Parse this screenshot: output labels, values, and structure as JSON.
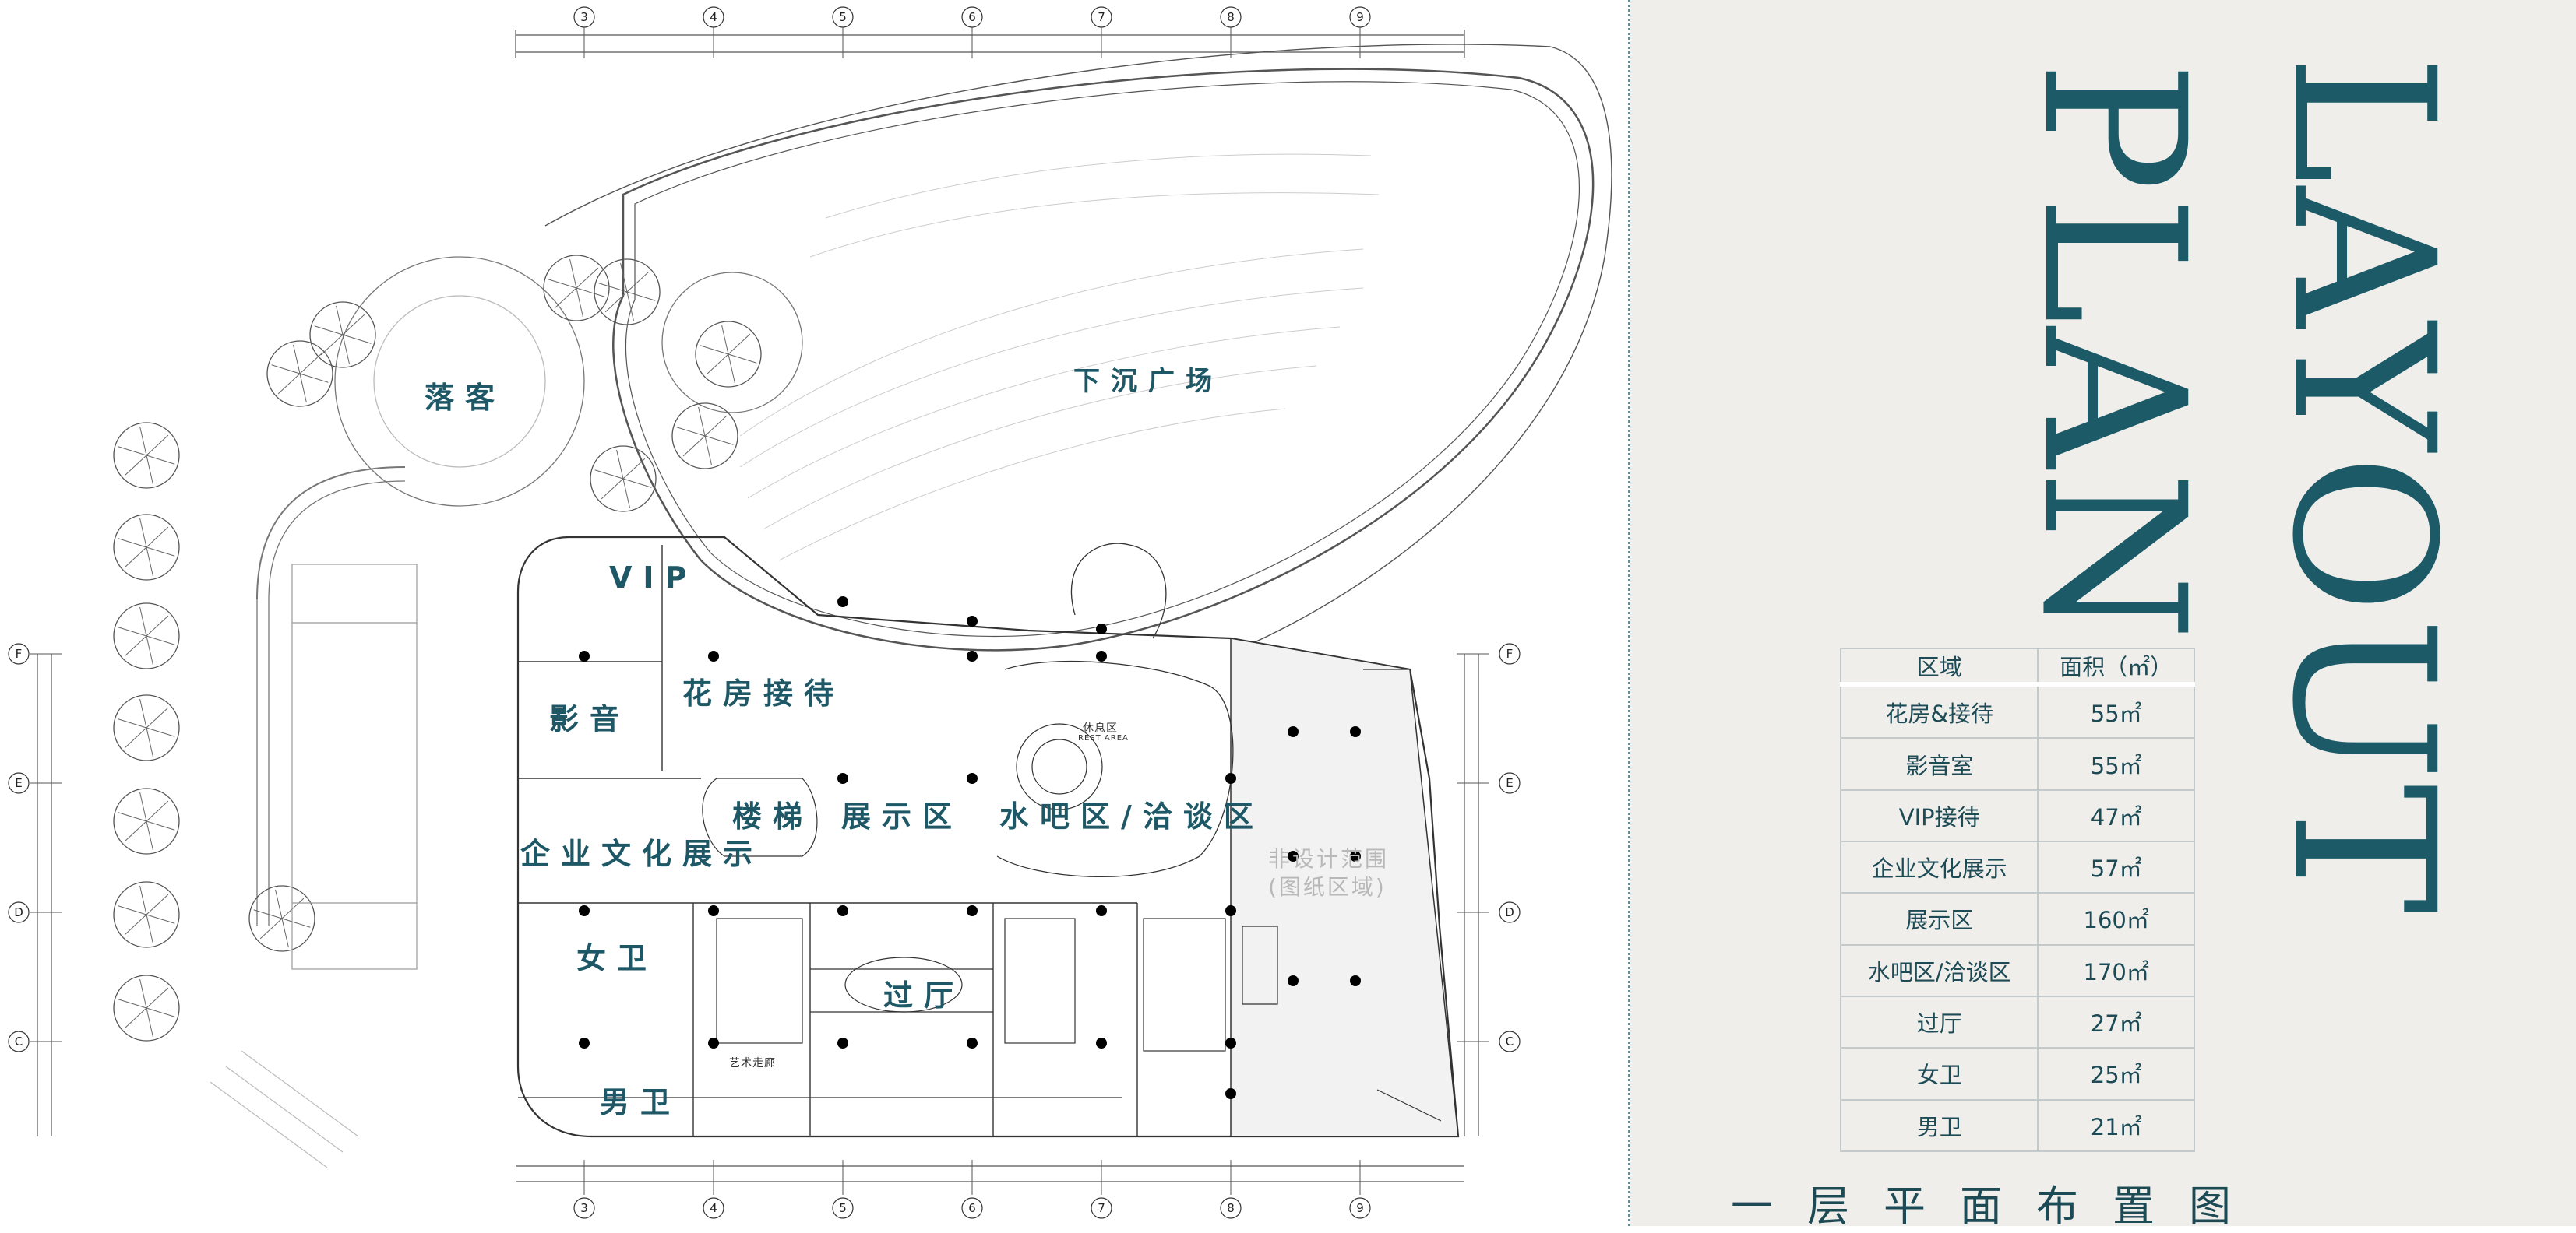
{
  "plan": {
    "grid_columns": [
      "3",
      "4",
      "5",
      "6",
      "7",
      "8",
      "9"
    ],
    "grid_rows": [
      "F",
      "E",
      "D",
      "C"
    ],
    "zones": {
      "luoke": "落客",
      "xiachen": "下沉广场",
      "vip": "VIP",
      "huafang": "花房接待",
      "yingyin": "影音",
      "louti": "楼梯",
      "zhanshi": "展示区",
      "shuiba": "水吧区/洽谈区",
      "qiye": "企业文化展示",
      "nvwei": "女卫",
      "guoting": "过厅",
      "nanwei": "男卫",
      "fei": "非设计范围",
      "fei_sub": "(图纸区域)"
    },
    "rest_area": {
      "line1": "休息区",
      "line2": "REST AREA"
    },
    "art_corridor": "艺术走廊"
  },
  "panel": {
    "title_word_1": "LAYOUT",
    "title_word_2": "PLAN",
    "table": {
      "headers": [
        "区域",
        "面积（㎡）"
      ],
      "rows": [
        [
          "花房&接待",
          "55㎡"
        ],
        [
          "影音室",
          "55㎡"
        ],
        [
          "VIP接待",
          "47㎡"
        ],
        [
          "企业文化展示",
          "57㎡"
        ],
        [
          "展示区",
          "160㎡"
        ],
        [
          "水吧区/洽谈区",
          "170㎡"
        ],
        [
          "过厅",
          "27㎡"
        ],
        [
          "女卫",
          "25㎡"
        ],
        [
          "男卫",
          "21㎡"
        ]
      ]
    },
    "footer_title": "一层平面布置图"
  },
  "colors": {
    "accent": "#1d5a67",
    "panel_bg": "#efeeeb",
    "line": "#555555"
  }
}
